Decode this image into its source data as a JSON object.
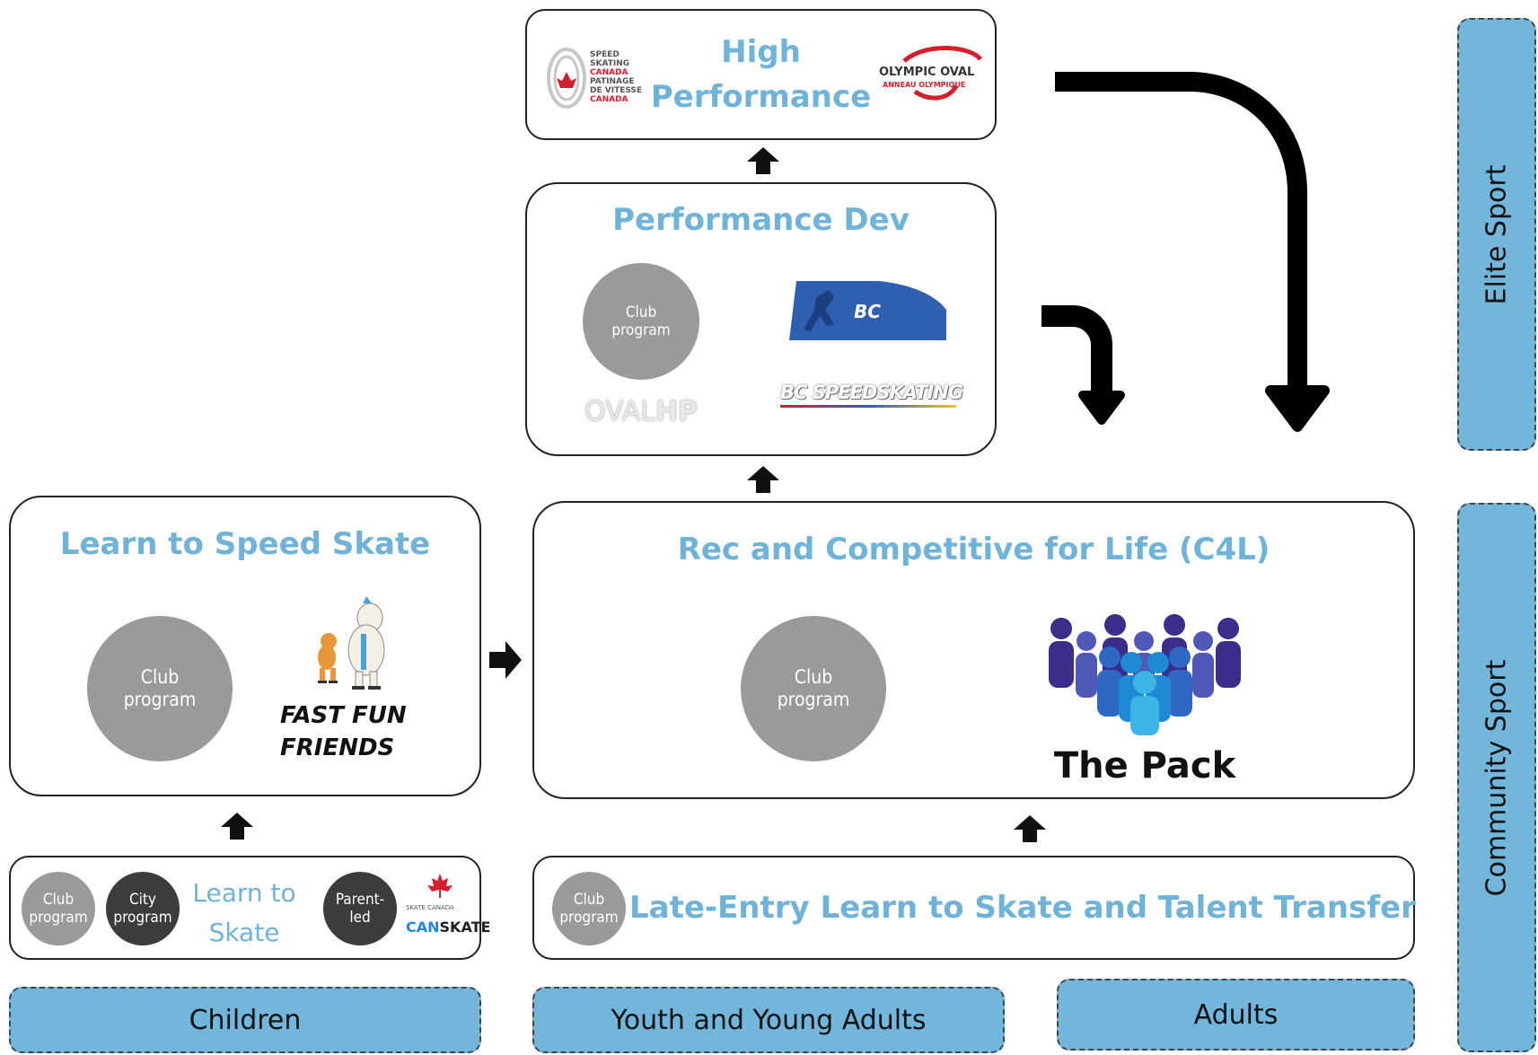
{
  "high_performance": {
    "title_line1": "High",
    "title_line2": "Performance",
    "logo_speed_skating_canada": [
      "SPEED",
      "SKATING",
      "CANADA",
      "PATINAGE",
      "DE VITESSE",
      "CANADA"
    ],
    "logo_olympic_oval_line1": "OLYMPIC OVAL",
    "logo_olympic_oval_line2": "ANNEAU OLYMPIQUE"
  },
  "performance_dev": {
    "title": "Performance Dev",
    "club_line1": "Club",
    "club_line2": "program",
    "bc_academy_label": "BC",
    "oval_hp_1": "OVAL",
    "oval_hp_2": "HP",
    "bc_speedskating": "BC SPEEDSKATING"
  },
  "learn_speed_skate": {
    "title": "Learn to Speed Skate",
    "club_line1": "Club",
    "club_line2": "program",
    "fff_line1": "FAST FUN",
    "fff_line2": "FRIENDS"
  },
  "rec_competitive": {
    "title": "Rec and Competitive for Life (C4L)",
    "club_line1": "Club",
    "club_line2": "program",
    "pack_label": "The Pack"
  },
  "learn_to_skate": {
    "club_line1": "Club",
    "club_line2": "program",
    "city_line1": "City",
    "city_line2": "program",
    "title_line1": "Learn to",
    "title_line2": "Skate",
    "parent_line1": "Parent-",
    "parent_line2": "led",
    "skate_canada": "SKATE CANADA",
    "canskate_1": "CAN",
    "canskate_2": "SKATE"
  },
  "late_entry": {
    "club_line1": "Club",
    "club_line2": "program",
    "title": "Late-Entry Learn to Skate and Talent Transfer"
  },
  "bands": {
    "children": "Children",
    "youth": "Youth and Young Adults",
    "adults": "Adults",
    "elite": "Elite Sport",
    "community": "Community Sport"
  },
  "colors": {
    "title_blue": "#6fb3d8",
    "band_blue": "#72b6dc",
    "circle_grey": "#9a9a9a",
    "circle_dark": "#3c3c3c"
  }
}
